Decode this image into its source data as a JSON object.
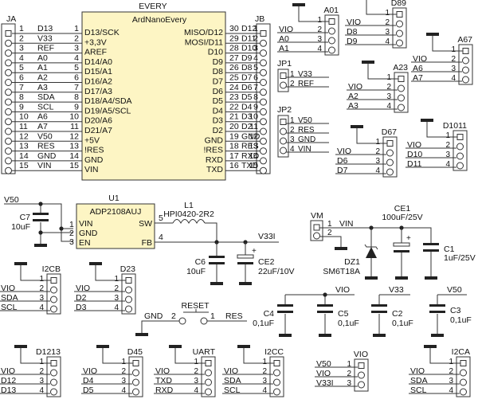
{
  "title": "EVERY",
  "mcu": {
    "ref": "EVERY",
    "name": "ArdNanoEvery",
    "left_pins": [
      {
        "num": "1",
        "label": "D13/SCK"
      },
      {
        "num": "2",
        "label": "+3,3V"
      },
      {
        "num": "3",
        "label": "AREF"
      },
      {
        "num": "4",
        "label": "D14/A0"
      },
      {
        "num": "5",
        "label": "D15/A1"
      },
      {
        "num": "6",
        "label": "D16/A2"
      },
      {
        "num": "7",
        "label": "D17/A3"
      },
      {
        "num": "8",
        "label": "D18/A4/SDA"
      },
      {
        "num": "9",
        "label": "D19/A5/SCL"
      },
      {
        "num": "10",
        "label": "D20/A6"
      },
      {
        "num": "11",
        "label": "D21/A7"
      },
      {
        "num": "12",
        "label": "+5V"
      },
      {
        "num": "13",
        "label": "!RES"
      },
      {
        "num": "14",
        "label": "GND"
      },
      {
        "num": "15",
        "label": "VIN"
      }
    ],
    "right_pins": [
      {
        "num": "30",
        "label": "MISO/D12"
      },
      {
        "num": "29",
        "label": "MOSI/D11"
      },
      {
        "num": "28",
        "label": "D10"
      },
      {
        "num": "27",
        "label": "D9"
      },
      {
        "num": "26",
        "label": "D8"
      },
      {
        "num": "25",
        "label": "D7"
      },
      {
        "num": "24",
        "label": "D6"
      },
      {
        "num": "23",
        "label": "D5"
      },
      {
        "num": "22",
        "label": "D4"
      },
      {
        "num": "21",
        "label": "D3"
      },
      {
        "num": "20",
        "label": "D2"
      },
      {
        "num": "19",
        "label": "GND"
      },
      {
        "num": "18",
        "label": "!RES"
      },
      {
        "num": "17",
        "label": "RXD"
      },
      {
        "num": "16",
        "label": "TXD"
      }
    ]
  },
  "JA": {
    "ref": "JA",
    "rows": [
      {
        "pin": "1",
        "net": "D13",
        "mcu": "1"
      },
      {
        "pin": "2",
        "net": "V33",
        "mcu": "2"
      },
      {
        "pin": "3",
        "net": "REF",
        "mcu": "3"
      },
      {
        "pin": "4",
        "net": "A0",
        "mcu": "4"
      },
      {
        "pin": "5",
        "net": "A1",
        "mcu": "5"
      },
      {
        "pin": "6",
        "net": "A2",
        "mcu": "6"
      },
      {
        "pin": "7",
        "net": "A3",
        "mcu": "7"
      },
      {
        "pin": "8",
        "net": "SDA",
        "mcu": "8"
      },
      {
        "pin": "9",
        "net": "SCL",
        "mcu": "9"
      },
      {
        "pin": "10",
        "net": "A6",
        "mcu": "10"
      },
      {
        "pin": "11",
        "net": "A7",
        "mcu": "11"
      },
      {
        "pin": "12",
        "net": "V50",
        "mcu": "12"
      },
      {
        "pin": "13",
        "net": "RES",
        "mcu": "13"
      },
      {
        "pin": "14",
        "net": "GND",
        "mcu": "14"
      },
      {
        "pin": "15",
        "net": "VIN",
        "mcu": "15"
      }
    ]
  },
  "JB": {
    "ref": "JB",
    "rows": [
      {
        "mcu": "30",
        "net": "D12",
        "pin": "1"
      },
      {
        "mcu": "29",
        "net": "D11",
        "pin": "2"
      },
      {
        "mcu": "28",
        "net": "D10",
        "pin": "3"
      },
      {
        "mcu": "27",
        "net": "D9",
        "pin": "4"
      },
      {
        "mcu": "26",
        "net": "D8",
        "pin": "5"
      },
      {
        "mcu": "25",
        "net": "D7",
        "pin": "6"
      },
      {
        "mcu": "24",
        "net": "D6",
        "pin": "7"
      },
      {
        "mcu": "23",
        "net": "D5",
        "pin": "8"
      },
      {
        "mcu": "22",
        "net": "D4",
        "pin": "9"
      },
      {
        "mcu": "21",
        "net": "D3",
        "pin": "10"
      },
      {
        "mcu": "20",
        "net": "D2",
        "pin": "11"
      },
      {
        "mcu": "19",
        "net": "GND",
        "pin": "12"
      },
      {
        "mcu": "18",
        "net": "RES",
        "pin": "13"
      },
      {
        "mcu": "17",
        "net": "RXD",
        "pin": "14"
      },
      {
        "mcu": "16",
        "net": "TXD",
        "pin": "15"
      }
    ]
  },
  "jumpers": [
    {
      "ref": "JP1",
      "pins": [
        {
          "num": "1",
          "net": "V33"
        },
        {
          "num": "2",
          "net": "REF"
        }
      ]
    },
    {
      "ref": "JP2",
      "pins": [
        {
          "num": "1",
          "net": "V50"
        },
        {
          "num": "2",
          "net": "RES"
        },
        {
          "num": "3",
          "net": "GND"
        },
        {
          "num": "4",
          "net": "VIN"
        }
      ]
    }
  ],
  "headers4": [
    {
      "ref": "A01",
      "nets": [
        "VIO",
        "A0",
        "A1"
      ]
    },
    {
      "ref": "D89",
      "nets": [
        "VIO",
        "D8",
        "D9"
      ]
    },
    {
      "ref": "A67",
      "nets": [
        "VIO",
        "A6",
        "A7"
      ]
    },
    {
      "ref": "A23",
      "nets": [
        "VIO",
        "A2",
        "A3"
      ]
    },
    {
      "ref": "D67",
      "nets": [
        "VIO",
        "D6",
        "D7"
      ]
    },
    {
      "ref": "D1011",
      "nets": [
        "VIO",
        "D10",
        "D11"
      ]
    },
    {
      "ref": "I2CB",
      "nets": [
        "VIO",
        "SDA",
        "SCL"
      ]
    },
    {
      "ref": "D23",
      "nets": [
        "VIO",
        "D2",
        "D3"
      ]
    },
    {
      "ref": "D1213",
      "nets": [
        "VIO",
        "D12",
        "D13"
      ]
    },
    {
      "ref": "D45",
      "nets": [
        "VIO",
        "D4",
        "D5"
      ]
    },
    {
      "ref": "UART",
      "nets": [
        "VIO",
        "TXD",
        "RXD"
      ]
    },
    {
      "ref": "I2CC",
      "nets": [
        "VIO",
        "SDA",
        "SCL"
      ]
    },
    {
      "ref": "I2CA",
      "nets": [
        "VIO",
        "SDA",
        "SCL"
      ]
    }
  ],
  "pin_nums": [
    "1",
    "2",
    "3",
    "4"
  ],
  "vio_sel": {
    "ref": "VIO",
    "pins": [
      {
        "num": "1",
        "net": "V50"
      },
      {
        "num": "2",
        "net": "VIO"
      },
      {
        "num": "3",
        "net": "V33I"
      }
    ]
  },
  "regulator": {
    "ref": "U1",
    "name": "ADP2108AUJ",
    "pins": [
      {
        "num": "1",
        "label": "VIN"
      },
      {
        "num": "2",
        "label": "GND"
      },
      {
        "num": "3",
        "label": "EN"
      },
      {
        "num": "5",
        "label": "SW"
      },
      {
        "num": "4",
        "label": "FB"
      }
    ],
    "in_net": "V50",
    "out_net": "V33I"
  },
  "inductor": {
    "ref": "L1",
    "value": "HPI0420-2R2"
  },
  "caps": {
    "C7": {
      "ref": "C7",
      "value": "10uF"
    },
    "C6": {
      "ref": "C6",
      "value": "10uF"
    },
    "CE2": {
      "ref": "CE2",
      "value": "22uF/10V"
    },
    "CE1": {
      "ref": "CE1",
      "value": "100uF/25V"
    },
    "C1": {
      "ref": "C1",
      "value": "1uF/25V"
    },
    "C4": {
      "ref": "C4",
      "value": "0,1uF"
    },
    "C5": {
      "ref": "C5",
      "value": "0,1uF"
    },
    "C2": {
      "ref": "C2",
      "value": "0,1uF"
    },
    "C3": {
      "ref": "C3",
      "value": "0,1uF"
    }
  },
  "decoupling_nets": {
    "vio": "VIO",
    "v33": "V33",
    "v50": "V50"
  },
  "vm": {
    "ref": "VM",
    "pin1": "1",
    "pin2": "2",
    "net": "VIN"
  },
  "diode": {
    "ref": "DZ1",
    "value": "SM6T18A"
  },
  "reset": {
    "ref": "RESET",
    "pin_left": "2",
    "pin_right": "1",
    "net_left": "GND",
    "net_right": "RES"
  },
  "plus": "+"
}
